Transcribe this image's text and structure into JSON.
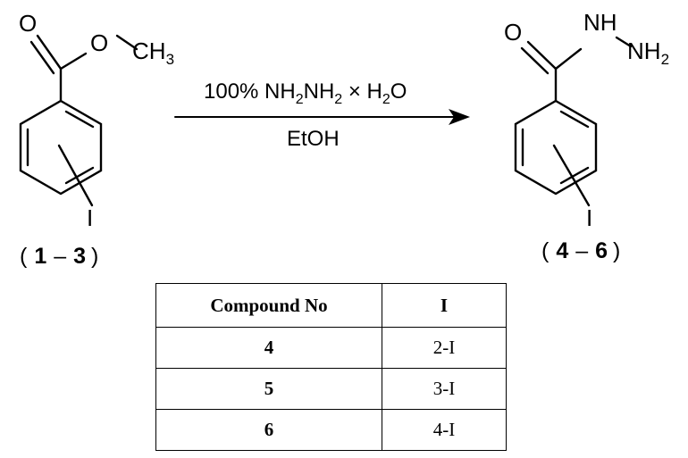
{
  "reactant": {
    "atoms": {
      "carbonyl_o": "O",
      "ester_o": "O",
      "methyl": "CH",
      "methyl_sub": "3",
      "substituent": "I"
    },
    "ref_open": "(",
    "ref_start": "1",
    "ref_dash": "–",
    "ref_end": "3",
    "ref_close": ")"
  },
  "conditions": {
    "reagent_parts": [
      "100% NH",
      "2",
      "NH",
      "2",
      " × H",
      "2",
      "O"
    ],
    "solvent": "EtOH"
  },
  "product": {
    "atoms": {
      "carbonyl_o": "O",
      "nh": "NH",
      "nh2": "NH",
      "nh2_sub": "2",
      "substituent": "I"
    },
    "ref_open": "(",
    "ref_start": "4",
    "ref_dash": "–",
    "ref_end": "6",
    "ref_close": ")"
  },
  "table": {
    "headers": [
      "Compound No",
      "I"
    ],
    "rows": [
      [
        "4",
        "2-I"
      ],
      [
        "5",
        "3-I"
      ],
      [
        "6",
        "4-I"
      ]
    ]
  }
}
